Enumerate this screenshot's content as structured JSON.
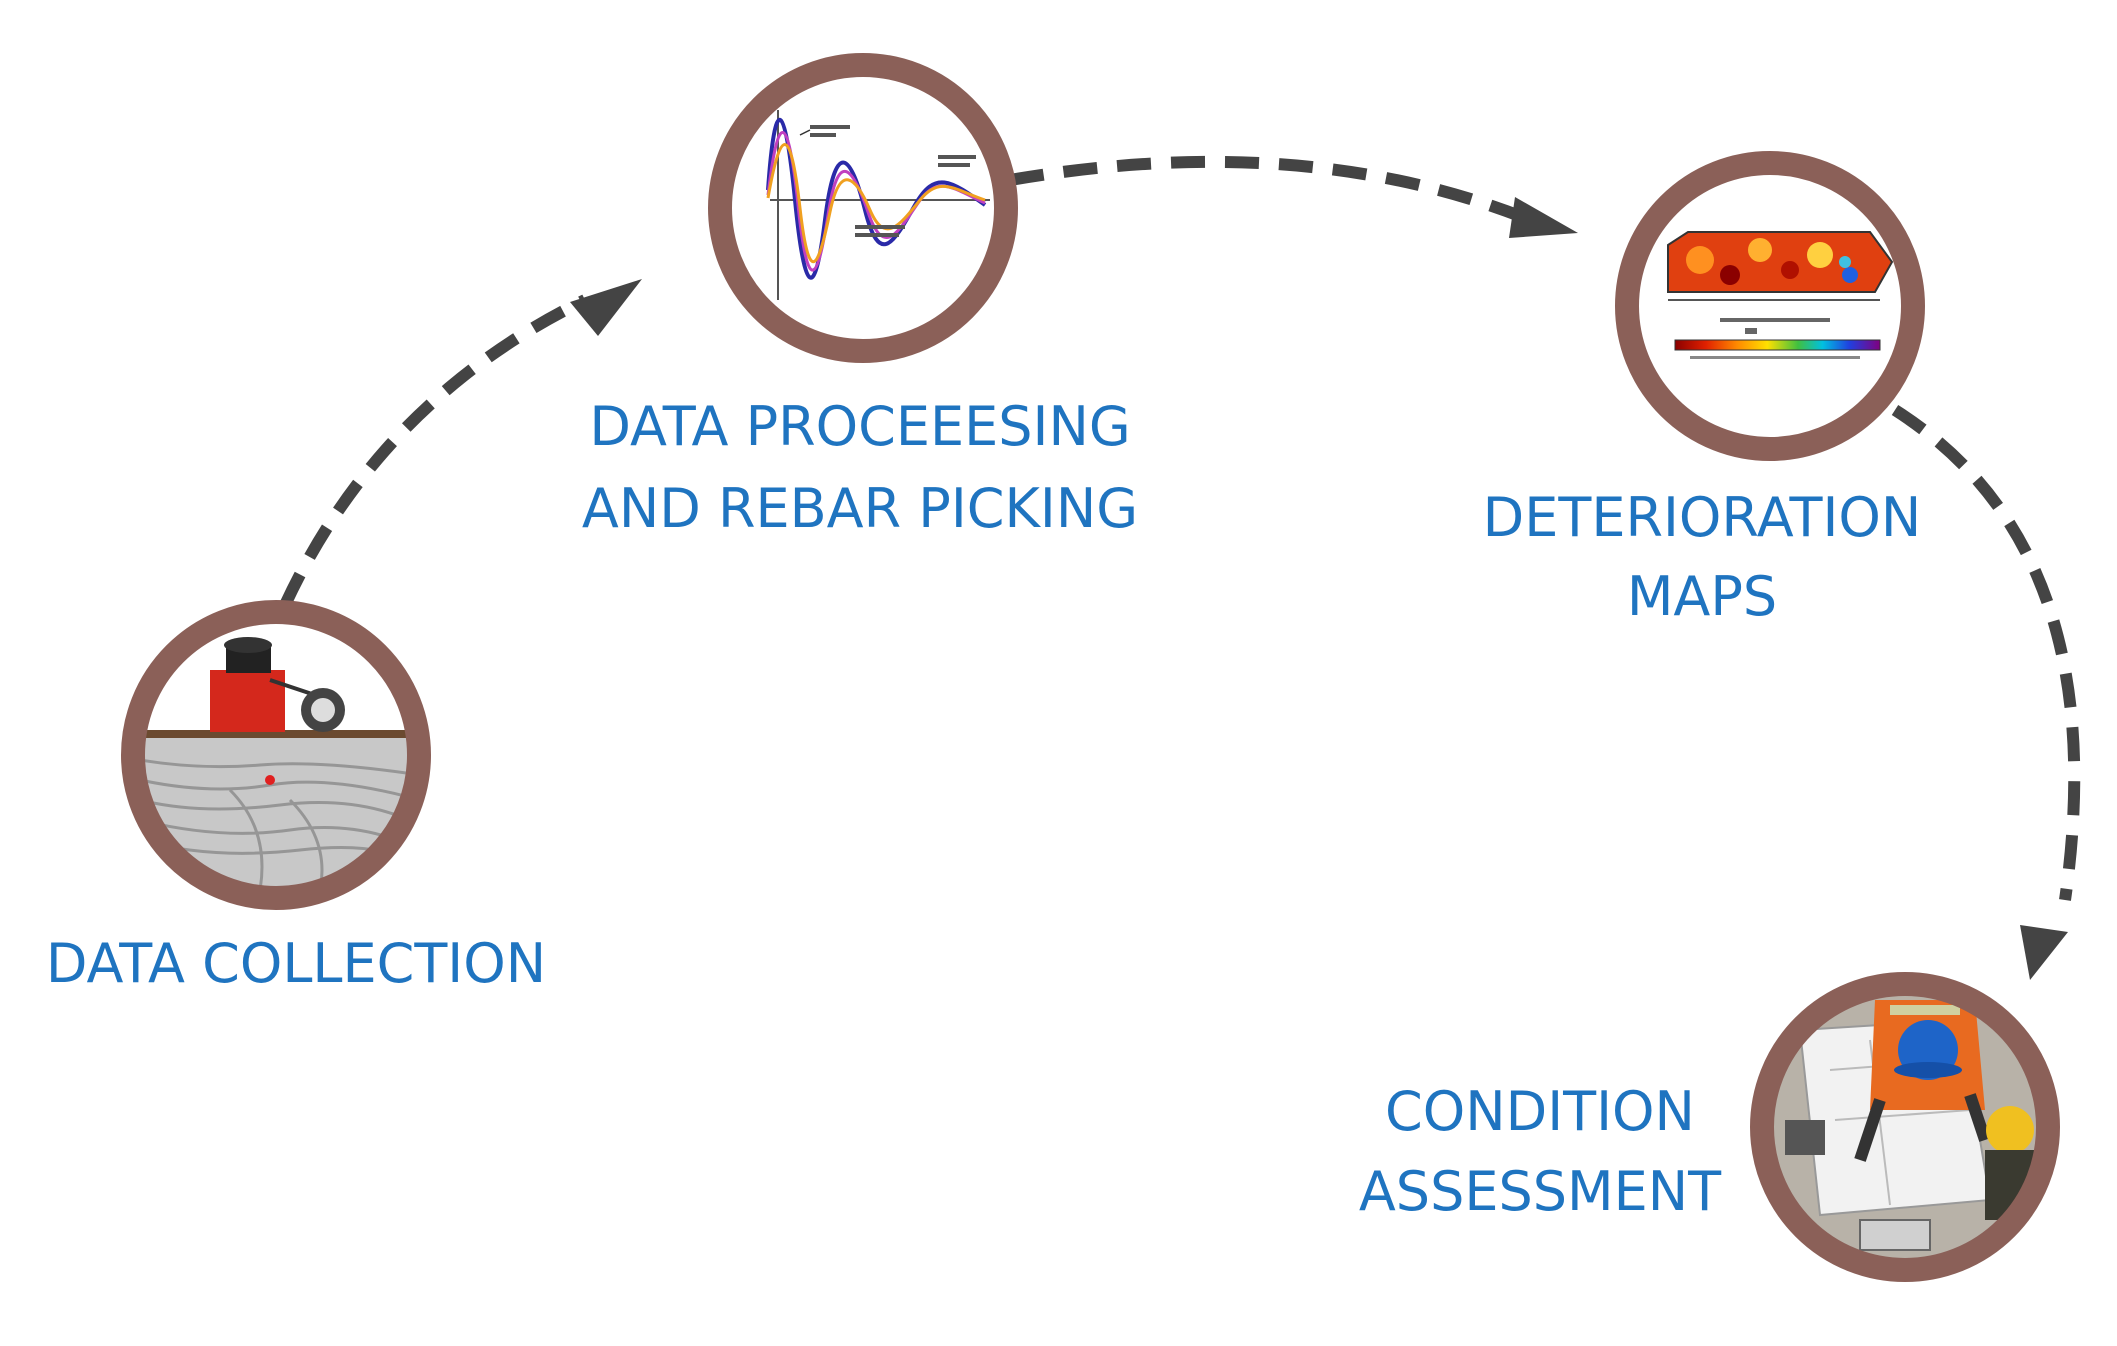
{
  "diagram": {
    "stages": [
      {
        "id": "data-collection",
        "lines": [
          "DATA COLLECTION"
        ]
      },
      {
        "id": "data-processing",
        "lines": [
          "DATA PROCEEESING",
          "AND REBAR PICKING"
        ]
      },
      {
        "id": "deterioration-maps",
        "lines": [
          "DETERIORATION",
          "MAPS"
        ]
      },
      {
        "id": "condition-assessment",
        "lines": [
          "CONDITION",
          "ASSESSMENT"
        ]
      }
    ],
    "colors": {
      "ring": "#8b6058",
      "text": "#1f74c0",
      "arrow": "#444444"
    },
    "icons": {
      "data-collection": "gpr-cart-radargram-photo",
      "data-processing": "waveform-plot-icon",
      "deterioration-maps": "heatmap-icon",
      "condition-assessment": "engineers-at-table-photo"
    }
  }
}
